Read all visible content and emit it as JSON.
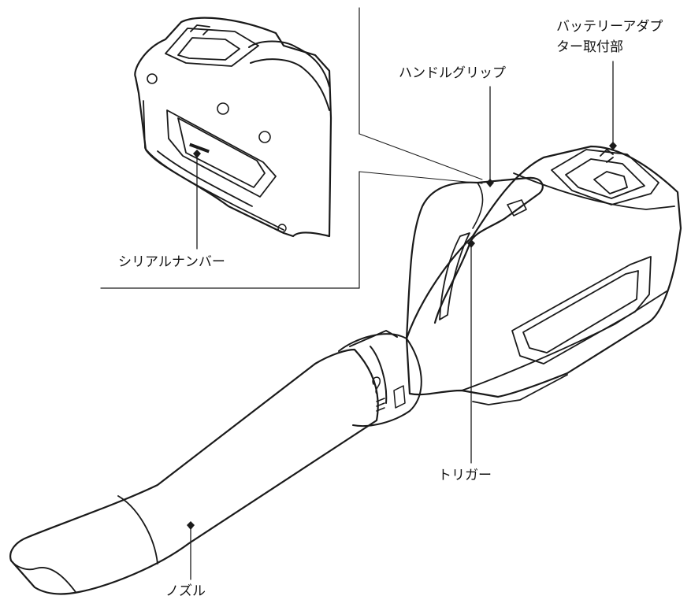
{
  "labels": {
    "battery_adapter_mount": [
      "バッテリーアダプ",
      "ター取付部"
    ],
    "handle_grip": "ハンドルグリップ",
    "serial_number": "シリアルナンバー",
    "trigger": "トリガー",
    "nozzle": "ノズル"
  }
}
